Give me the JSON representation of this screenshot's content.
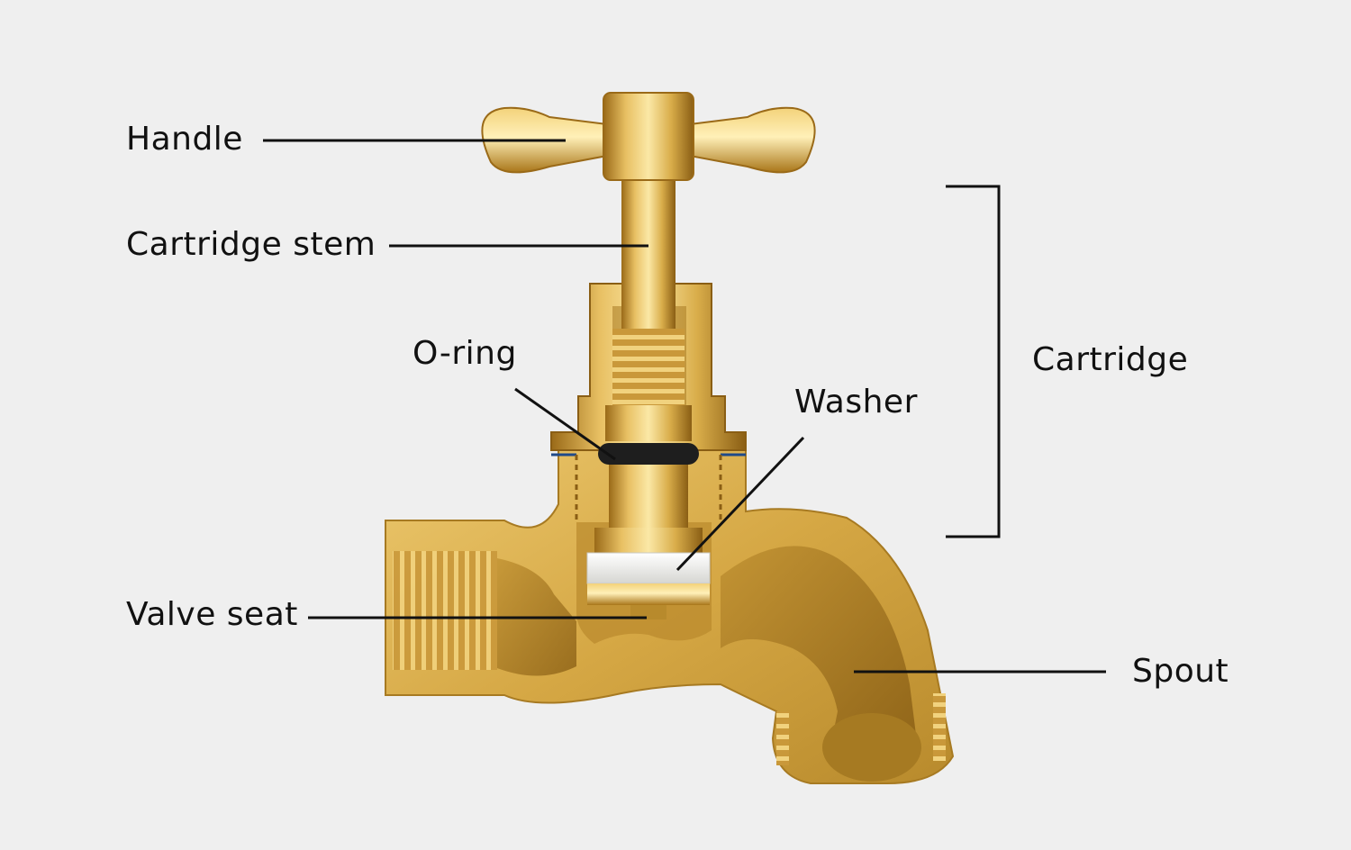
{
  "labels": {
    "handle": "Handle",
    "cartridge_stem": "Cartridge stem",
    "o_ring": "O-ring",
    "washer": "Washer",
    "cartridge": "Cartridge",
    "valve_seat": "Valve seat",
    "spout": "Spout"
  },
  "colors": {
    "background": "#efefef",
    "brass_light": "#f7dc8a",
    "brass_mid": "#d9ad4a",
    "brass_dark": "#9a6a18",
    "washer": "#f4f4f2",
    "o_ring": "#1e1e1e",
    "seal_line": "#1f4a8a",
    "leader_line": "#111111"
  }
}
